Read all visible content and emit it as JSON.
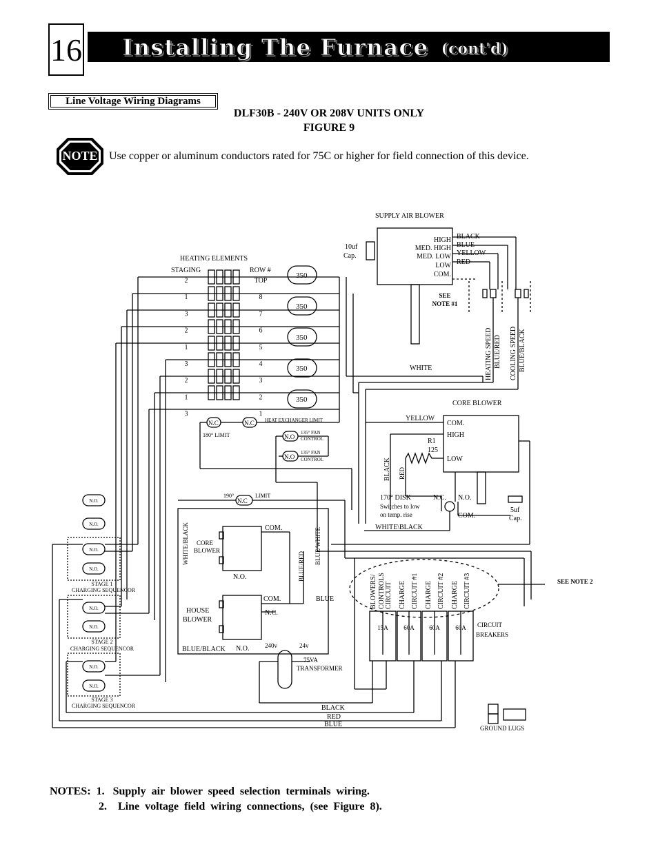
{
  "page_number": "16",
  "title": "Installing The Furnace",
  "title_suffix": "(cont'd)",
  "section_label": "Line Voltage Wiring Diagrams",
  "diagram_title": "DLF30B - 240V OR 208V UNITS ONLY",
  "figure_label": "FIGURE 9",
  "note_badge": "NOTE",
  "note_text": "Use copper or aluminum conductors rated for 75C or higher for field connection of this device.",
  "diagram": {
    "supply_air_blower": "SUPPLY AIR BLOWER",
    "cap_10uf_line1": "10uf",
    "cap_10uf_line2": "Cap.",
    "speed_high": "HIGH",
    "speed_med_high": "MED. HIGH",
    "speed_med_low": "MED. LOW",
    "speed_low": "LOW",
    "speed_com": "COM.",
    "wire_black": "BLACK",
    "wire_blue": "BLUE",
    "wire_yellow": "YELLOW",
    "wire_red": "RED",
    "see_note1_line1": "SEE",
    "see_note1_line2": "NOTE #1",
    "heating_speed": "HEATING SPEED",
    "heating_speed_color": "BLUE/RED",
    "cooling_speed": "COOLING SPEED",
    "cooling_speed_color": "BLUE/BLACK",
    "heating_elements": "HEATING ELEMENTS",
    "staging": "STAGING",
    "row_num": "ROW #",
    "staging_values": [
      "2",
      "1",
      "3",
      "2",
      "1",
      "3",
      "2",
      "1",
      "3"
    ],
    "row_values": [
      "TOP",
      "8",
      "7",
      "6",
      "5",
      "4",
      "3",
      "2",
      "1"
    ],
    "limit_value": "350",
    "white": "WHITE",
    "core_blower": "CORE BLOWER",
    "yellow": "YELLOW",
    "com": "COM.",
    "high": "HIGH",
    "low": "LOW",
    "r1": "R1",
    "r1_value": "125",
    "black_vert": "BLACK",
    "red_vert": "RED",
    "nc": "N.C",
    "no": "N.O",
    "heat_exchanger_limit": "HEAT EXCHANGER LIMIT",
    "limit_180": "180° LIMIT",
    "fan_control_temp": "135° FAN",
    "fan_control": "CONTROL",
    "limit_190_temp": "190°",
    "limit_190_word": "LIMIT",
    "disk_170": "170° DISK",
    "disk_170_line2": "Switches to low",
    "disk_170_line3": "on temp. rise",
    "disk_nc": "N.C.",
    "disk_no": "N.O.",
    "disk_com": "COM.",
    "cap_5uf_line1": "5uf",
    "cap_5uf_line2": "Cap.",
    "white_black": "WHITE\\BLACK",
    "white_black_vert": "WHITE/BLACK",
    "blue_red_vert": "BLUE/RED",
    "blue_white_vert": "BLUE/WHITE",
    "relay_core_line1": "CORE",
    "relay_core_line2": "BLOWER",
    "relay_com": "COM.",
    "relay_no": "N.O.",
    "relay_nc": "N.C.",
    "house_blower_line1": "HOUSE",
    "house_blower_line2": "BLOWER",
    "blue": "BLUE",
    "blue_black": "BLUE/BLACK",
    "v240": "240v",
    "v24": "24v",
    "transformer_line1": "75VA",
    "transformer_line2": "TRANSFORMER",
    "seq_no": "N.O.",
    "stage1_line1": "STAGE 1",
    "stage1_line2": "CHARGING SEQUENCOR",
    "stage2_line1": "STAGE 2",
    "stage2_line2": "CHARGING SEQUENCOR",
    "stage3_line1": "STAGE 3",
    "stage3_line2": "CHARGING SEQUENCOR",
    "circuit_labels": [
      "BLOWERS/",
      "CONTROLS",
      "CIRCUIT",
      "CHARGE",
      "CIRCUIT #1",
      "CHARGE",
      "CIRCUIT #2",
      "CHARGE",
      "CIRCUIT #3"
    ],
    "breaker_ratings": [
      "15A",
      "60A",
      "60A",
      "60A"
    ],
    "circuit_breakers_line1": "CIRCUIT",
    "circuit_breakers_line2": "BREAKERS",
    "see_note2": "SEE NOTE 2",
    "bottom_black": "BLACK",
    "bottom_red": "RED",
    "bottom_blue": "BLUE",
    "ground_lugs": "GROUND LUGS"
  },
  "notes_line1": "NOTES:  1.   Supply  air  blower  speed  selection  terminals  wiring.",
  "notes_line2": "2.    Line  voltage  field  wiring  connections,  (see  Figure  8)."
}
